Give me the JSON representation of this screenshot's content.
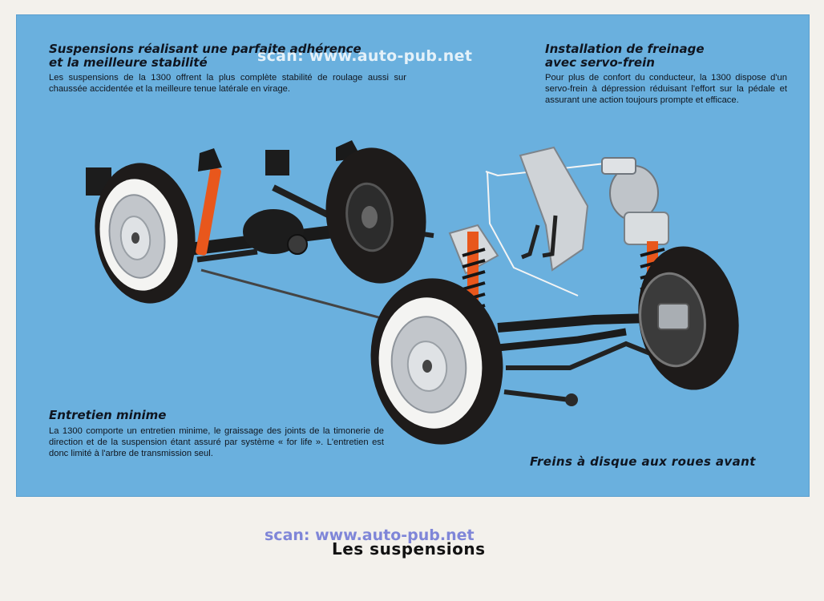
{
  "watermark": {
    "text": "scan: www.auto-pub.net"
  },
  "sections": {
    "suspension": {
      "heading_line1": "Suspensions réalisant une parfaite adhérence",
      "heading_line2": "et la meilleure stabilité",
      "body": "Les suspensions de la 1300 offrent la plus complète stabilité de roulage aussi sur chaussée accidentée et la meilleure tenue latérale en virage."
    },
    "braking": {
      "heading_line1": "Installation de freinage",
      "heading_line2": "avec servo-frein",
      "body": "Pour plus de confort du conducteur, la 1300 dispose d'un servo-frein à dépression réduisant l'effort sur la pédale et assurant une action toujours prompte et efficace."
    },
    "maintenance": {
      "heading": "Entretien minime",
      "body": "La 1300 comporte un entretien minime, le graissage des joints de la timonerie de direction et de la suspension étant assuré par système « for life ». L'entretien est donc limité à l'arbre de transmission seul."
    }
  },
  "caption": "Freins à disque aux roues avant",
  "page_title": "Les suspensions",
  "colors": {
    "panel_background": "#6ab0de",
    "paper": "#f3f1ec",
    "shock_absorber": "#e8571c",
    "tire": "#1e1b1a",
    "whitewall": "#f4f4f2",
    "hubcap": "#c2c6cb"
  }
}
